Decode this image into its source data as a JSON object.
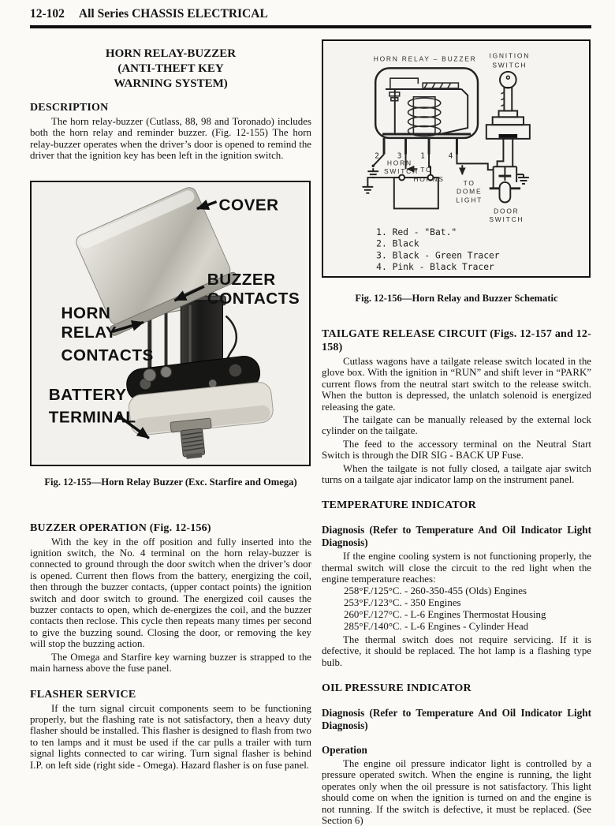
{
  "header": {
    "page_number": "12-102",
    "title": "All Series CHASSIS ELECTRICAL"
  },
  "left": {
    "title_line1": "HORN RELAY-BUZZER",
    "title_line2": "(ANTI-THEFT KEY",
    "title_line3": "WARNING SYSTEM)",
    "description_heading": "DESCRIPTION",
    "description_body": "The horn relay-buzzer (Cutlass, 88, 98 and Toronado) includes both the horn relay and reminder buzzer. (Fig. 12-155) The horn relay-buzzer operates when the driver’s door is opened to remind the driver that the ignition key has been left in the ignition switch.",
    "fig155": {
      "label_cover": "COVER",
      "label_buzzer_1": "BUZZER",
      "label_buzzer_2": "CONTACTS",
      "label_horn_1": "HORN",
      "label_horn_2": "RELAY",
      "label_horn_3": "CONTACTS",
      "label_battery_1": "BATTERY",
      "label_battery_2": "TERMINAL",
      "caption": "Fig. 12-155—Horn Relay Buzzer (Exc. Starfire and Omega)"
    },
    "buzzer_operation_heading": "BUZZER OPERATION (Fig. 12-156)",
    "buzzer_operation_p1": "With the key in the off position and fully inserted into the ignition switch, the No. 4 terminal on the horn relay-buzzer is connected to ground through the door switch when the driver’s door is opened. Current then flows from the battery, energizing the coil, then through the buzzer contacts, (upper contact points) the ignition switch and door switch to ground. The energized coil causes the buzzer contacts to open, which de-energizes the coil, and the buzzer contacts then reclose. This cycle then repeats many times per second to give the buzzing sound. Closing the door, or removing the key will stop the buzzing action.",
    "buzzer_operation_p2": "The Omega and Starfire key warning buzzer is strapped to the main harness above the fuse panel.",
    "flasher_heading": "FLASHER SERVICE",
    "flasher_body": "If the turn signal circuit components seem to be functioning properly, but the flashing rate is not satisfactory, then a heavy duty flasher should be installed. This flasher is designed to flash from two to ten lamps and it must be used if the car pulls a trailer with turn signal lights connected to car wiring. Turn signal flasher is behind I.P. on left side (right side - Omega). Hazard flasher is on fuse panel."
  },
  "right": {
    "fig156": {
      "label_relay": "HORN RELAY – BUZZER",
      "label_ignition_1": "IGNITION",
      "label_ignition_2": "SWITCH",
      "terminal_2": "2",
      "terminal_3": "3",
      "terminal_1": "1",
      "terminal_4": "4",
      "label_horn_switch_1": "HORN",
      "label_horn_switch_2": "SWITCH",
      "label_to_horns_1": "TO",
      "label_to_horns_2": "HORNS",
      "label_dome_1": "TO",
      "label_dome_2": "DOME",
      "label_dome_3": "LIGHT",
      "label_door_1": "DOOR",
      "label_door_2": "SWITCH",
      "legend_1": "1. Red - \"Bat.\"",
      "legend_2": "2. Black",
      "legend_3": "3. Black - Green Tracer",
      "legend_4": "4. Pink - Black Tracer",
      "caption": "Fig. 12-156—Horn Relay and Buzzer Schematic"
    },
    "tailgate_heading": "TAILGATE RELEASE CIRCUIT (Figs. 12-157 and 12-158)",
    "tailgate_p1": "Cutlass wagons have a tailgate release switch located in the glove box. With the ignition in “RUN” and shift lever in “PARK” current flows from the neutral start switch to the release switch. When the button is depressed, the unlatch solenoid is energized releasing the gate.",
    "tailgate_p2": "The tailgate can be manually released by the external lock cylinder on the tailgate.",
    "tailgate_p3": "The feed to the accessory terminal on the Neutral Start Switch is through the DIR SIG - BACK UP Fuse.",
    "tailgate_p4": "When the tailgate is not fully closed, a tailgate ajar switch turns on a tailgate ajar indicator lamp on the instrument panel.",
    "temp_heading": "TEMPERATURE INDICATOR",
    "temp_diagnosis_heading": "Diagnosis (Refer to Temperature And Oil Indicator Light Diagnosis)",
    "temp_intro": "If the engine cooling system is not functioning properly, the thermal switch will close the circuit to the red light when the engine temperature reaches:",
    "temp_items": [
      "258°F./125°C. - 260-350-455 (Olds) Engines",
      "253°F./123°C. - 350 Engines",
      "260°F./127°C. - L-6 Engines Thermostat Housing",
      "285°F./140°C. - L-6 Engines - Cylinder Head"
    ],
    "temp_outro": "The thermal switch does not require servicing. If it is defective, it should be replaced. The hot lamp is a flashing type bulb.",
    "oil_heading": "OIL PRESSURE INDICATOR",
    "oil_diagnosis_heading": "Diagnosis (Refer to Temperature And Oil Indicator Light Diagnosis)",
    "oil_operation_heading": "Operation",
    "oil_body": "The engine oil pressure indicator light is controlled by a pressure operated switch. When the engine is running, the light operates only when the oil pressure is not satisfactory. This light should come on when the ignition is turned on and the engine is not running. If the switch is defective, it must be replaced. (See Section 6)"
  }
}
